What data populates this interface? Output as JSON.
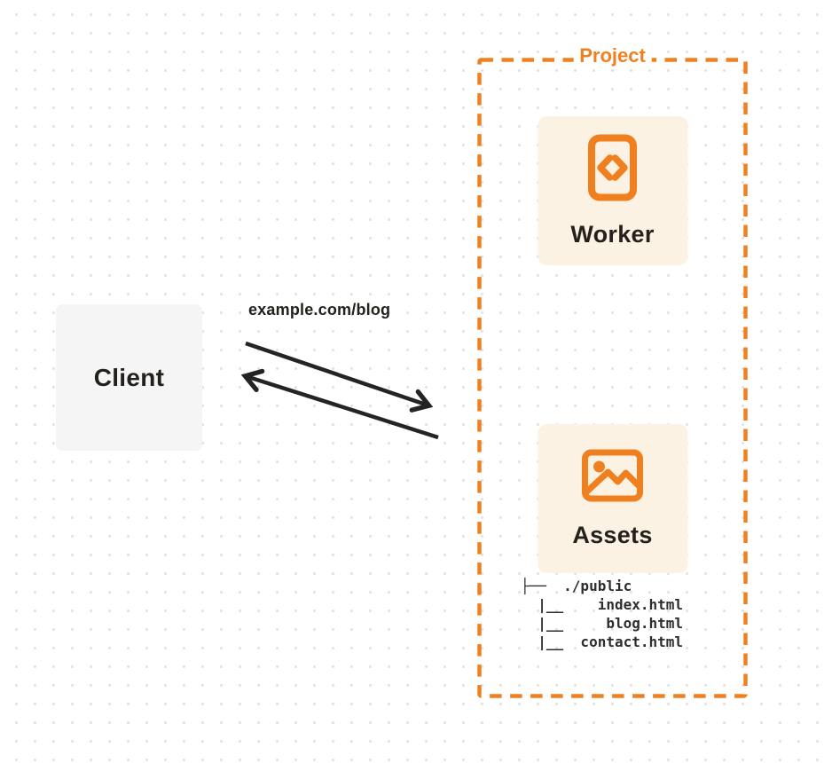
{
  "client": {
    "label": "Client"
  },
  "request": {
    "label": "example.com/blog"
  },
  "project": {
    "label": "Project",
    "worker": {
      "label": "Worker",
      "icon": "code-file-icon"
    },
    "assets": {
      "label": "Assets",
      "icon": "image-icon"
    },
    "file_tree": [
      "├──  ./public",
      "  |__    index.html",
      "  |__     blog.html",
      "  |__  contact.html"
    ]
  },
  "colors": {
    "accent_orange": "#F0801F",
    "card_cream": "#FCF2E3",
    "client_gray": "#F5F5F6",
    "arrow_dark": "#242424",
    "text_dark": "#24211D",
    "dot_grid": "#E2E2E2"
  }
}
